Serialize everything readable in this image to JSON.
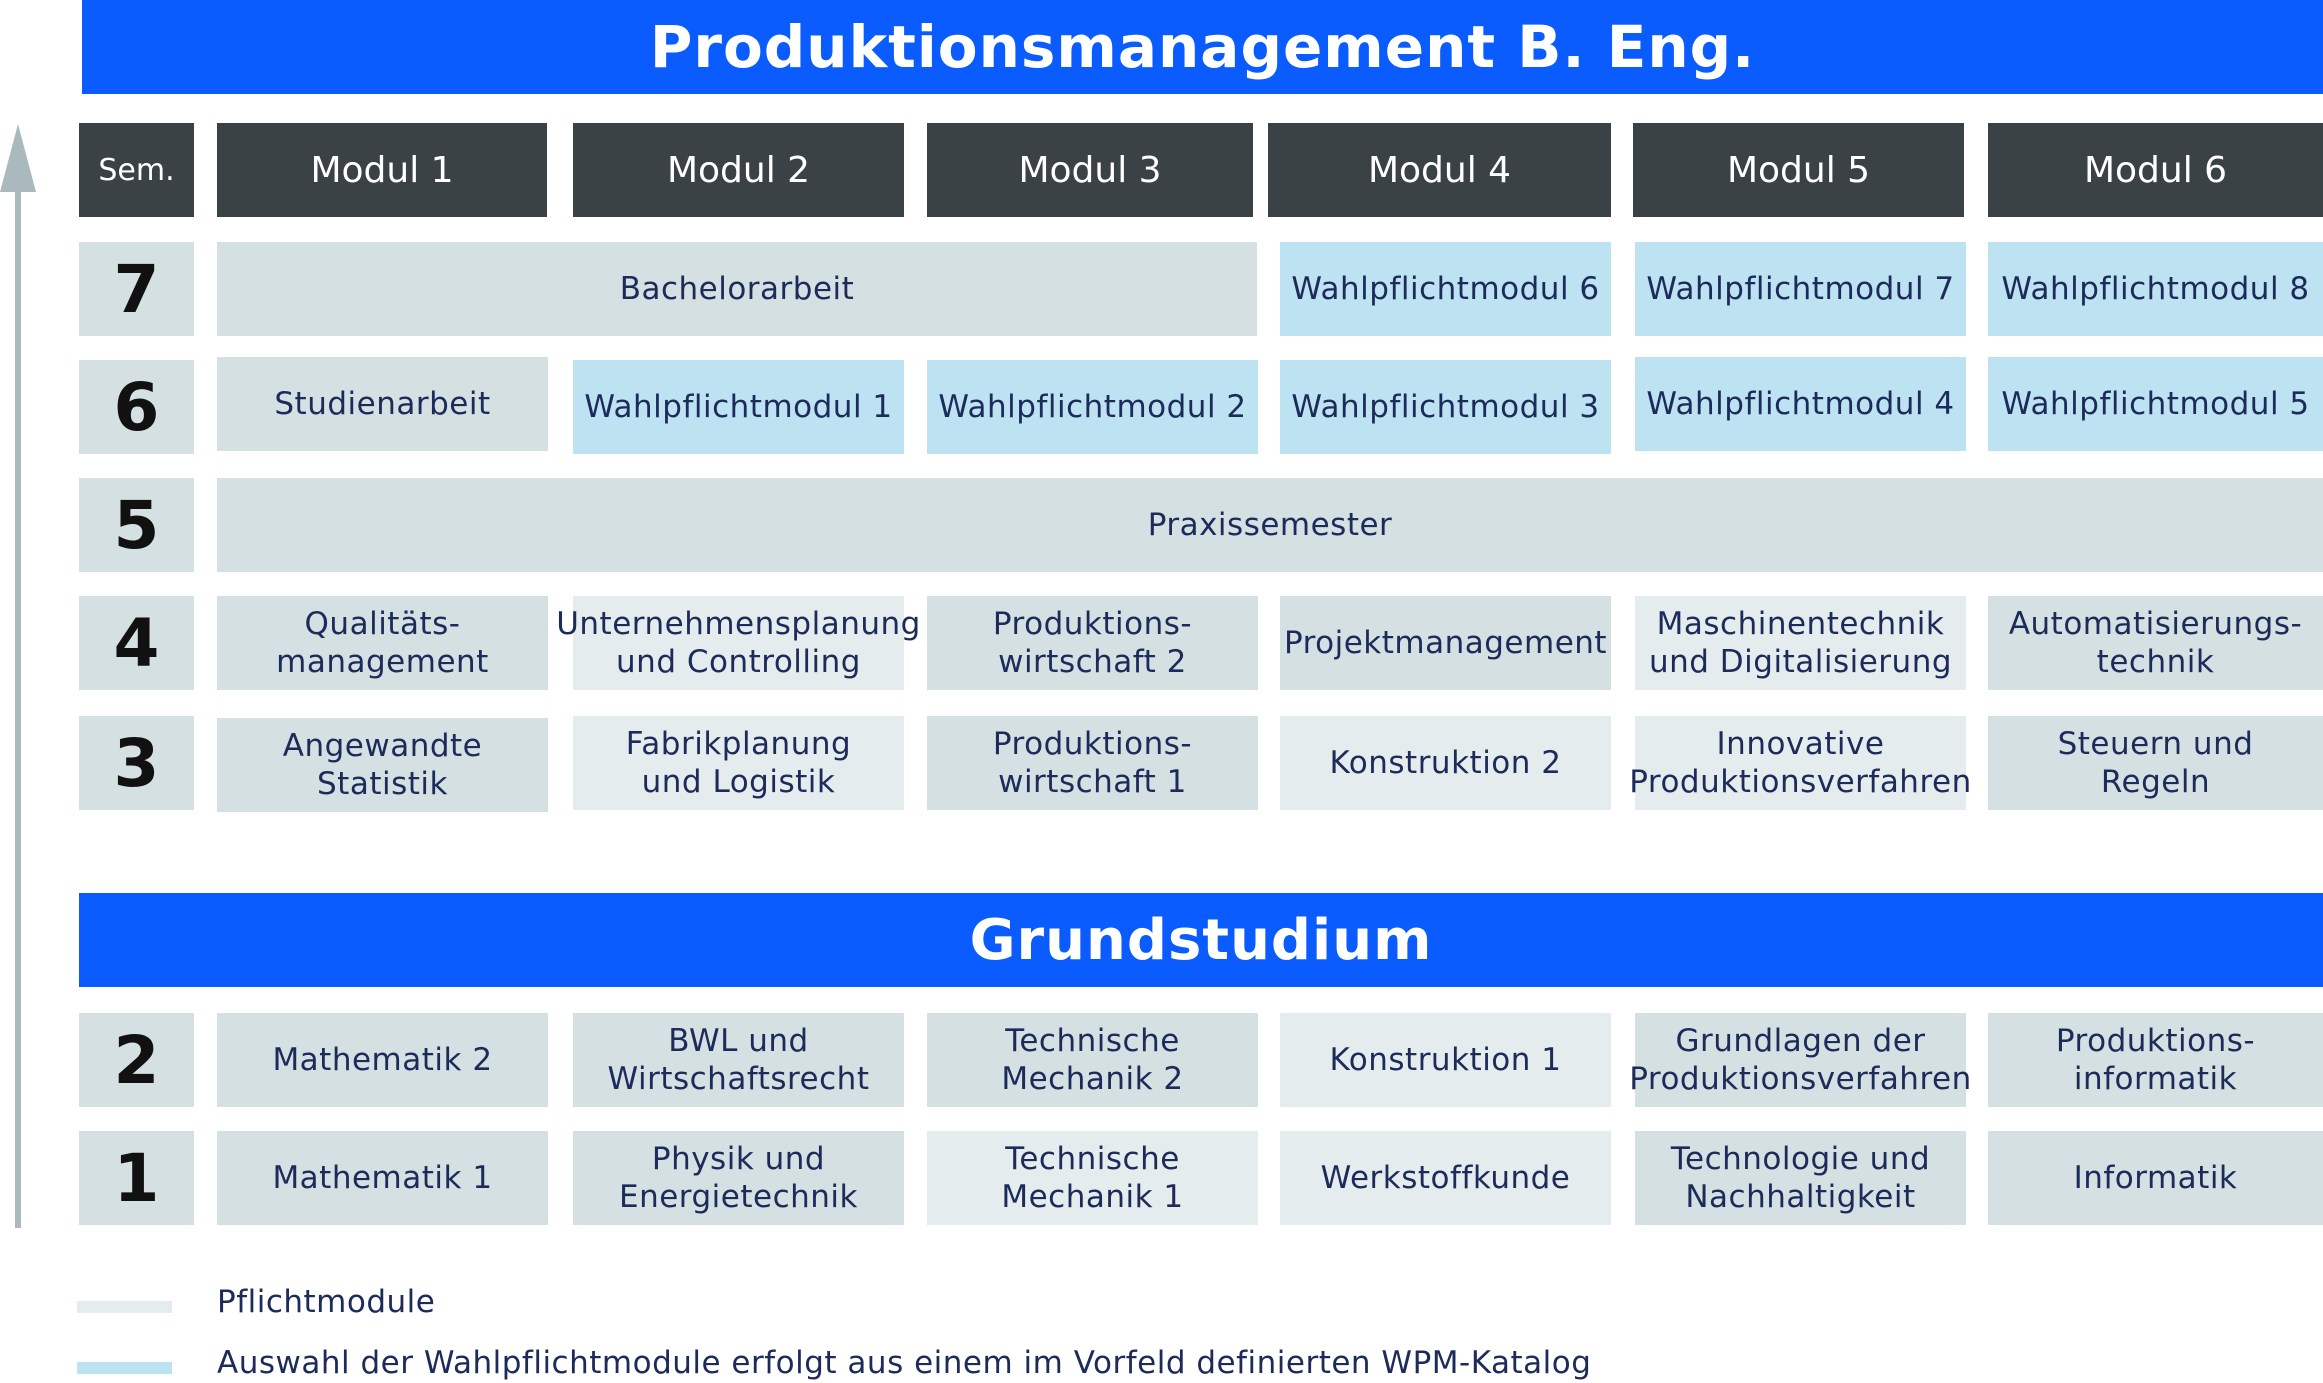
{
  "title": "Produktionsmanagement B. Eng.",
  "grund_title": "Grundstudium",
  "header": {
    "sem": "Sem.",
    "modules": [
      "Modul 1",
      "Modul 2",
      "Modul 3",
      "Modul 4",
      "Modul 5",
      "Modul 6"
    ]
  },
  "colors": {
    "banner": "#0a5cff",
    "header": "#3b4246",
    "pflicht": "#d5e0e2",
    "pflicht_light": "#e5eced",
    "wahlpflicht": "#bde2f2",
    "text": "#1c2b5a"
  },
  "rows": {
    "sem7": {
      "num": "7",
      "bachelor": "Bachelorarbeit",
      "wpm6": "Wahlpflichtmodul 6",
      "wpm7": "Wahlpflichtmodul 7",
      "wpm8": "Wahlpflichtmodul 8"
    },
    "sem6": {
      "num": "6",
      "studienarbeit": "Studienarbeit",
      "wpm1": "Wahlpflichtmodul 1",
      "wpm2": "Wahlpflichtmodul 2",
      "wpm3": "Wahlpflichtmodul 3",
      "wpm4": "Wahlpflichtmodul 4",
      "wpm5": "Wahlpflichtmodul 5"
    },
    "sem5": {
      "num": "5",
      "praxis": "Praxissemester"
    },
    "sem4": {
      "num": "4",
      "cells": [
        "Qualitäts-\nmanagement",
        "Unternehmensplanung\nund Controlling",
        "Produktions-\nwirtschaft 2",
        "Projektmanagement",
        "Maschinentechnik\nund Digitalisierung",
        "Automatisierungs-\ntechnik"
      ]
    },
    "sem3": {
      "num": "3",
      "cells": [
        "Angewandte\nStatistik",
        "Fabrikplanung\nund Logistik",
        "Produktions-\nwirtschaft 1",
        "Konstruktion 2",
        "Innovative\nProduktionsverfahren",
        "Steuern und\nRegeln"
      ]
    },
    "sem2": {
      "num": "2",
      "cells": [
        "Mathematik 2",
        "BWL und\nWirtschaftsrecht",
        "Technische\nMechanik 2",
        "Konstruktion 1",
        "Grundlagen der\nProduktionsverfahren",
        "Produktions-\ninformatik"
      ]
    },
    "sem1": {
      "num": "1",
      "cells": [
        "Mathematik 1",
        "Physik und\nEnergietechnik",
        "Technische\nMechanik 1",
        "Werkstoffkunde",
        "Technologie und\nNachhaltigkeit",
        "Informatik"
      ]
    }
  },
  "legend": {
    "pflicht": "Pflichtmodule",
    "wahlpflicht": "Auswahl der Wahlpflichtmodule erfolgt aus einem im Vorfeld definierten WPM-Katalog"
  }
}
